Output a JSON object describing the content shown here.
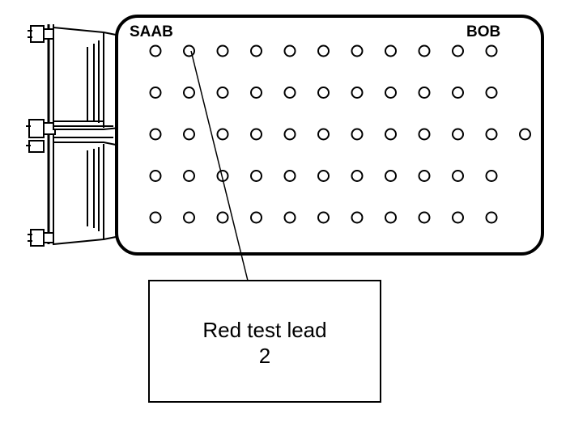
{
  "diagram": {
    "labels": {
      "left_brand": "SAAB",
      "right_brand": "BOB"
    },
    "callout": {
      "line1": "Red test lead",
      "line2": "2"
    },
    "pin_grid": {
      "rows": [
        11,
        11,
        12,
        11,
        11
      ],
      "highlighted_pin": {
        "row": 1,
        "column": 2
      }
    },
    "colors": {
      "stroke": "#000000",
      "background": "#ffffff"
    }
  }
}
